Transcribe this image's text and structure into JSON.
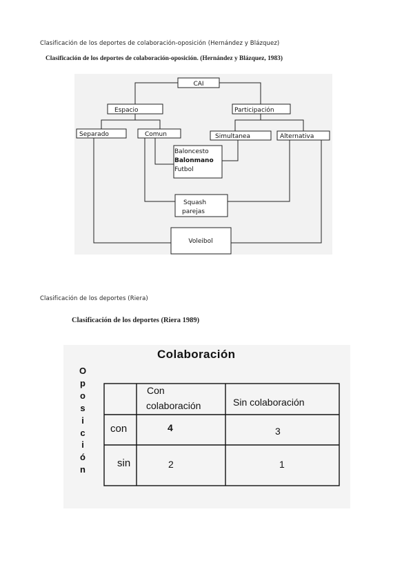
{
  "captions": {
    "first": "Clasificación de los deportes de colaboración-oposición (Hernández y Blázquez)",
    "first_scan_title": "Clasificación de los deportes de colaboración-oposición. (Hernández y Blázquez, 1983)",
    "second": "Clasificación de los deportes (Riera)",
    "second_scan_title": "Clasificación de los deportes (Riera 1989)"
  },
  "diagram": {
    "root": "CAI",
    "espacio": "Espacio",
    "participacion": "Participación",
    "separado": "Separado",
    "comun": "Comun",
    "simultanea": "Simultanea",
    "alternativa": "Alternativa",
    "group_sports": {
      "baloncesto": "Baloncesto",
      "balonmano": "Balonmano",
      "futbol": "Futbol"
    },
    "squash": {
      "line1": "Squash",
      "line2": "parejas"
    },
    "voleibol": "Voleibol"
  },
  "table": {
    "header": "Colaboración",
    "side_letters": [
      "O",
      "p",
      "o",
      "s",
      "i",
      "c",
      "i",
      "ó",
      "n"
    ],
    "col_con_line1": "Con",
    "col_con_line2": "colaboración",
    "col_sin": "Sin colaboración",
    "rows": [
      {
        "label": "con",
        "con_value": "4",
        "sin_value": "3"
      },
      {
        "label": "sin",
        "con_value": "2",
        "sin_value": "1"
      }
    ]
  }
}
